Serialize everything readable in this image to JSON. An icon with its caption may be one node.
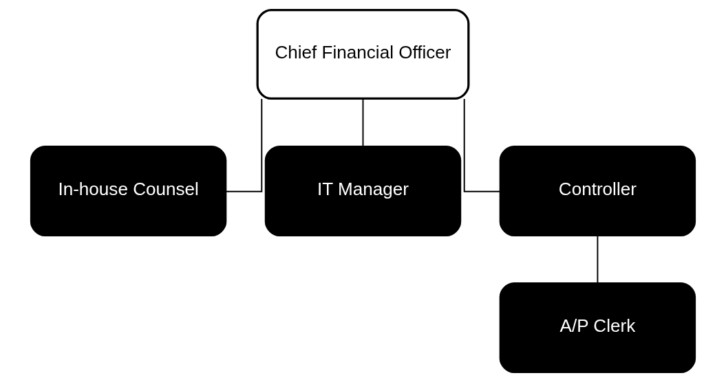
{
  "diagram": {
    "nodes": [
      {
        "text": [
          "Chief Financial Officer"
        ]
      },
      {
        "text": [
          "In-house Counsel"
        ]
      },
      {
        "text": [
          "IT Manager"
        ]
      },
      {
        "text": [
          "Controller"
        ]
      },
      {
        "text": [
          "A/P Clerk"
        ]
      }
    ],
    "edges": [
      {
        "from": 0,
        "to": 1,
        "arrow": "none"
      },
      {
        "from": 0,
        "to": 2,
        "arrow": "none"
      },
      {
        "from": 0,
        "to": 3,
        "arrow": "none"
      },
      {
        "from": 3,
        "to": 4,
        "arrow": "none"
      }
    ]
  }
}
